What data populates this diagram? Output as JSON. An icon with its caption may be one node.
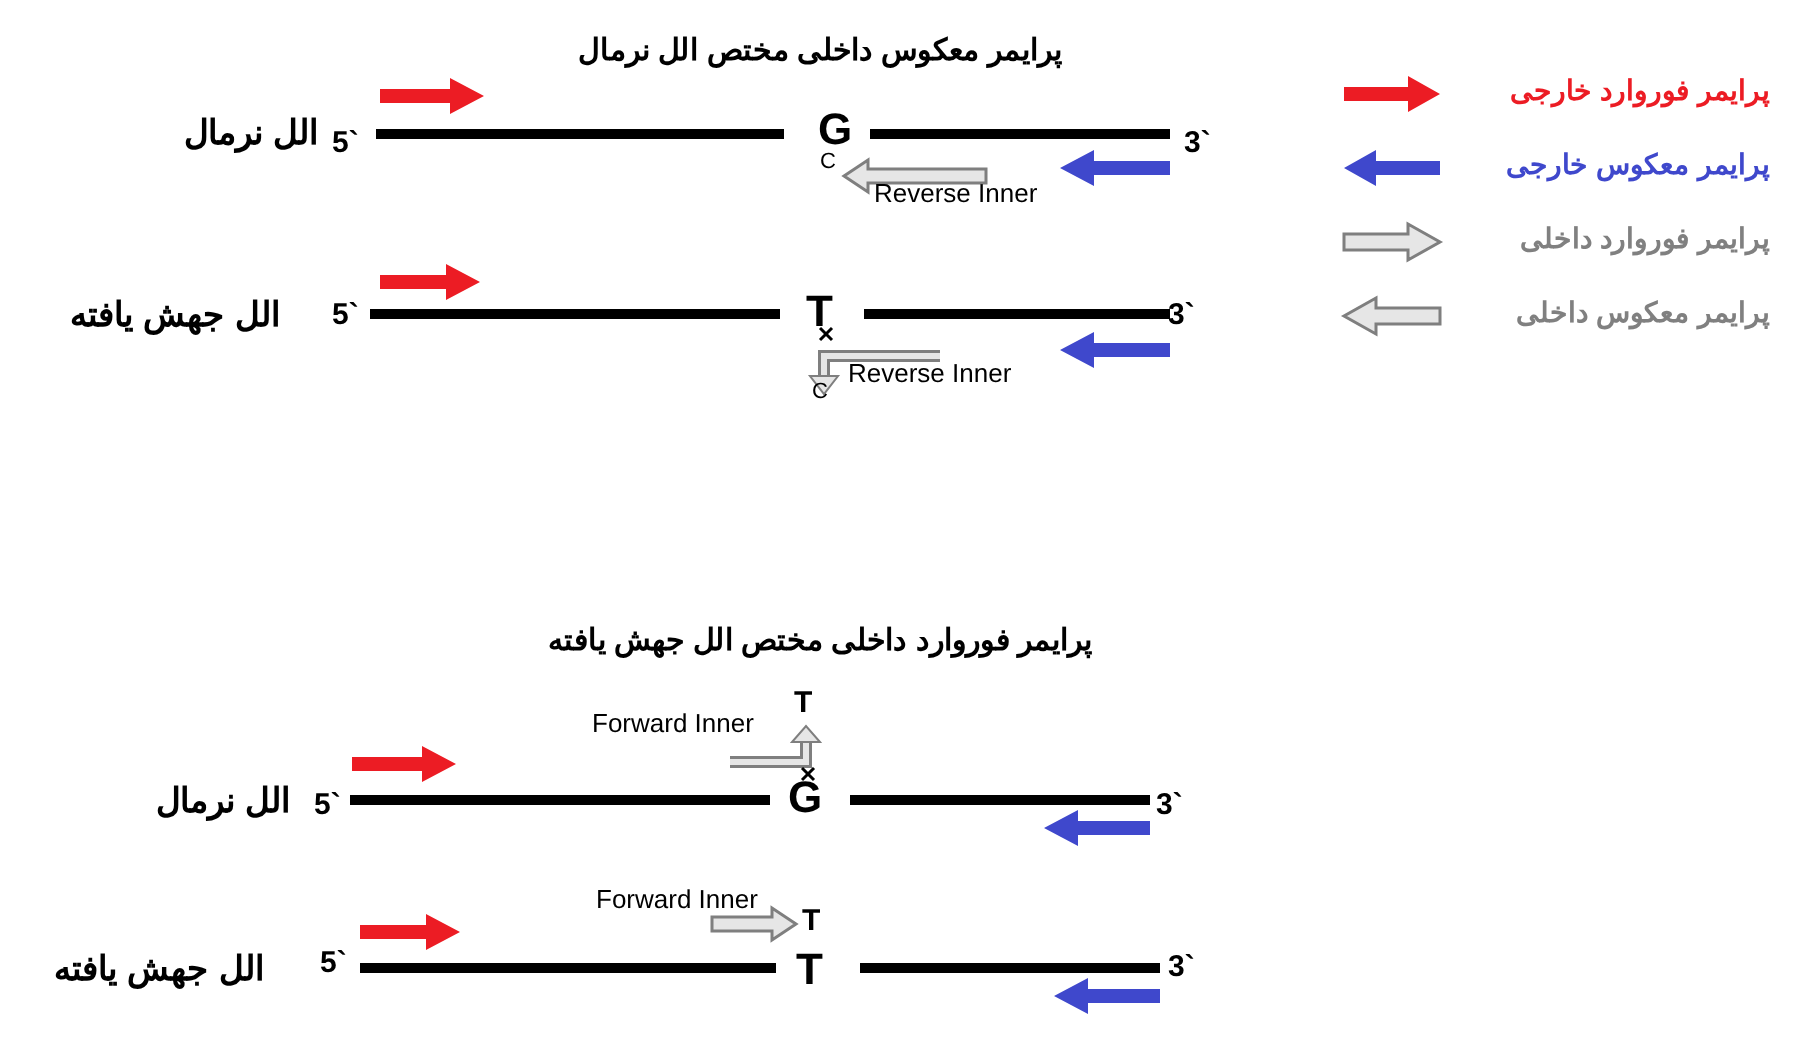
{
  "diagram": {
    "labels": [
      "پرایمر معکوس داخلی مختص الل نرمال",
      "الل نرمال",
      "5`",
      "G",
      "3`",
      "C",
      "Reverse Inner",
      "الل جهش یافته",
      "5`",
      "T",
      "3`",
      "Reverse Inner",
      "C",
      "پرایمر فوروارد داخلی مختص الل جهش یافته",
      "T",
      "Forward Inner",
      "الل نرمال",
      "5`",
      "G",
      "3`",
      "Forward Inner",
      "T",
      "الل جهش یافته",
      "5`",
      "T",
      "3`"
    ],
    "legend": [
      {
        "text": "پرایمر فوروارد خارجی"
      },
      {
        "text": "پرایمر معکوس خارجی"
      },
      {
        "text": "پرایمر فوروارد داخلی"
      },
      {
        "text": "پرایمر معکوس داخلی"
      }
    ]
  }
}
